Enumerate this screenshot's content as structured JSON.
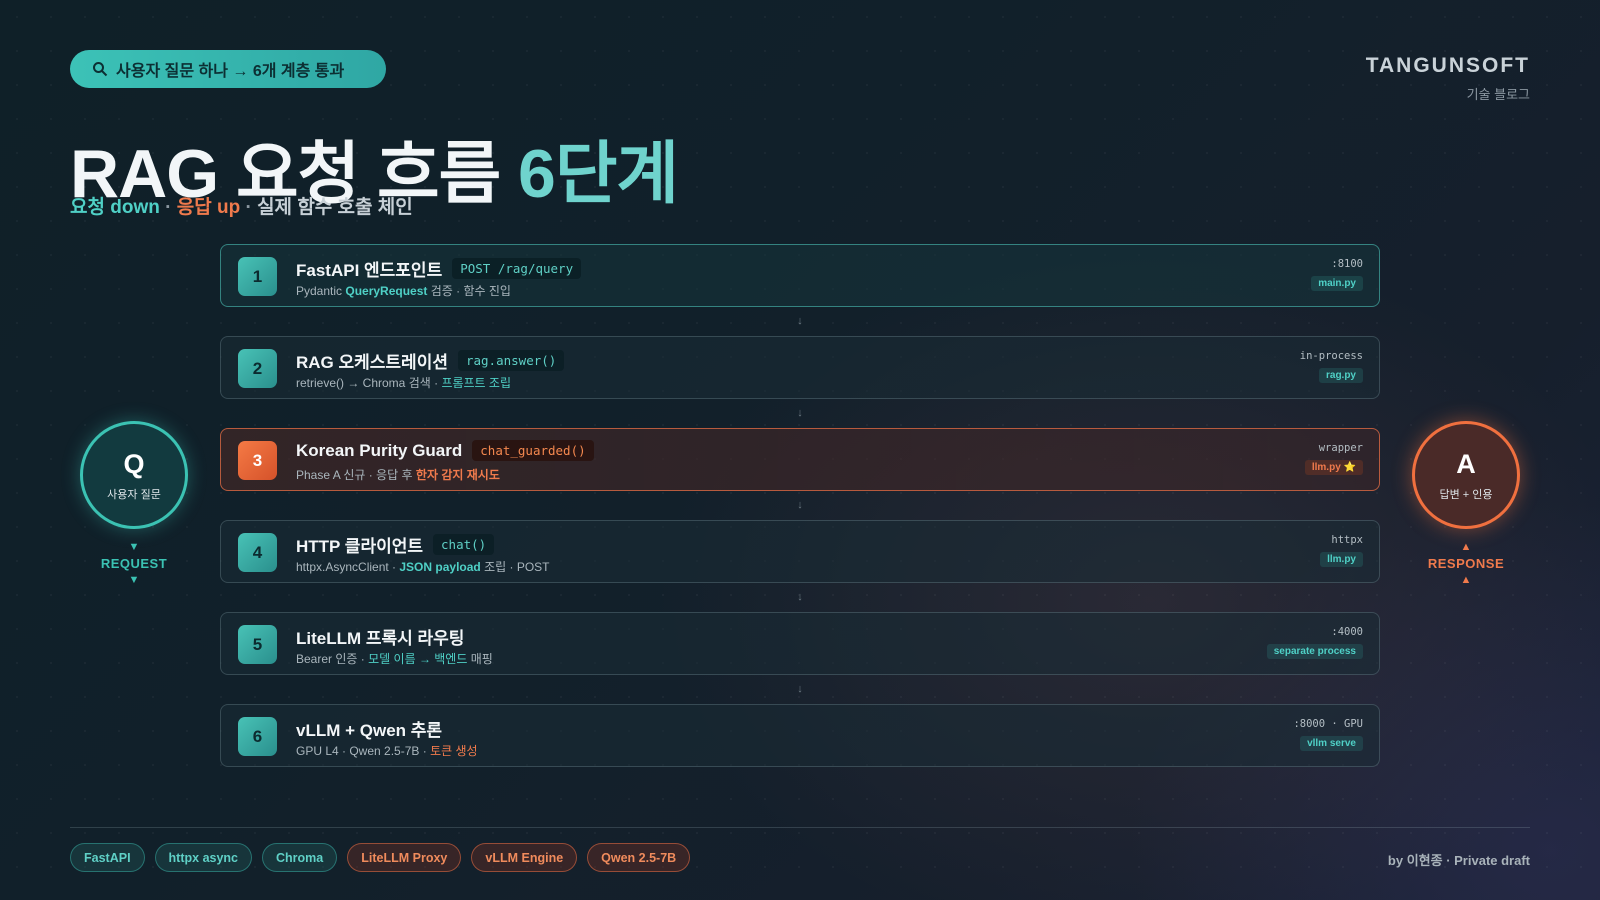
{
  "top_pill": {
    "icon": "search-icon",
    "label": "사용자 질문 하나 → 6개 계층 통과"
  },
  "brand": {
    "name": "TANGUNSOFT",
    "sub": "기술 블로그"
  },
  "title": {
    "main": "RAG 요청 흐름 ",
    "accent": "6단계"
  },
  "subtitle": {
    "part1": "요청 down",
    "sep1": " · ",
    "part2": "응답 up",
    "sep2": " · ",
    "part3": "실제 함수 호출 체인"
  },
  "steps": [
    {
      "num": "1",
      "name": "FastAPI 엔드포인트",
      "code": "POST /rag/query",
      "desc_a": "Pydantic ",
      "desc_b": "QueryRequest",
      "desc_c": " 검증 · 함수 진입",
      "port": ":8100",
      "file": "main.py"
    },
    {
      "num": "2",
      "name": "RAG 오케스트레이션",
      "code": "rag.answer()",
      "desc_a": "retrieve() → Chroma 검색 · ",
      "desc_b": "프롬프트 조립",
      "desc_c": "",
      "port": "in-process",
      "file": "rag.py"
    },
    {
      "num": "3",
      "name": "Korean Purity Guard",
      "code": "chat_guarded()",
      "desc_a": "Phase A 신규 · 응답 후 ",
      "desc_b": "한자 감지 재시도",
      "desc_c": "",
      "port": "wrapper",
      "file": "llm.py ⭐"
    },
    {
      "num": "4",
      "name": "HTTP 클라이언트",
      "code": "chat()",
      "desc_a": "httpx.AsyncClient · ",
      "desc_b": "JSON payload",
      "desc_c": " 조립 · POST",
      "port": "httpx",
      "file": "llm.py"
    },
    {
      "num": "5",
      "name": "LiteLLM 프록시 라우팅",
      "code": "",
      "desc_a": "Bearer 인증 · ",
      "desc_b": "모델 이름 → 백엔드",
      "desc_c": " 매핑",
      "port": ":4000",
      "file": "separate process"
    },
    {
      "num": "6",
      "name": "vLLM + Qwen 추론",
      "code": "",
      "desc_a": "GPU L4 · Qwen 2.5-7B · ",
      "desc_b": "토큰 생성",
      "desc_c": "",
      "port": ":8000 · GPU",
      "file": "vllm serve"
    }
  ],
  "step_arrow": "↓",
  "question": {
    "letter": "Q",
    "label": "사용자 질문",
    "flow_label": "REQUEST",
    "arrow": "▼"
  },
  "answer": {
    "letter": "A",
    "label": "답변 + 인용",
    "flow_label": "RESPONSE",
    "arrow": "▲"
  },
  "tags": [
    {
      "label": "FastAPI",
      "color": "teal"
    },
    {
      "label": "httpx async",
      "color": "teal"
    },
    {
      "label": "Chroma",
      "color": "teal"
    },
    {
      "label": "LiteLLM Proxy",
      "color": "orange"
    },
    {
      "label": "vLLM Engine",
      "color": "orange"
    },
    {
      "label": "Qwen 2.5-7B",
      "color": "orange"
    }
  ],
  "byline": "by 이현종 · Private draft",
  "colors": {
    "teal": "#3bc2b3",
    "orange": "#f07a4c",
    "bg": "#11202a"
  }
}
